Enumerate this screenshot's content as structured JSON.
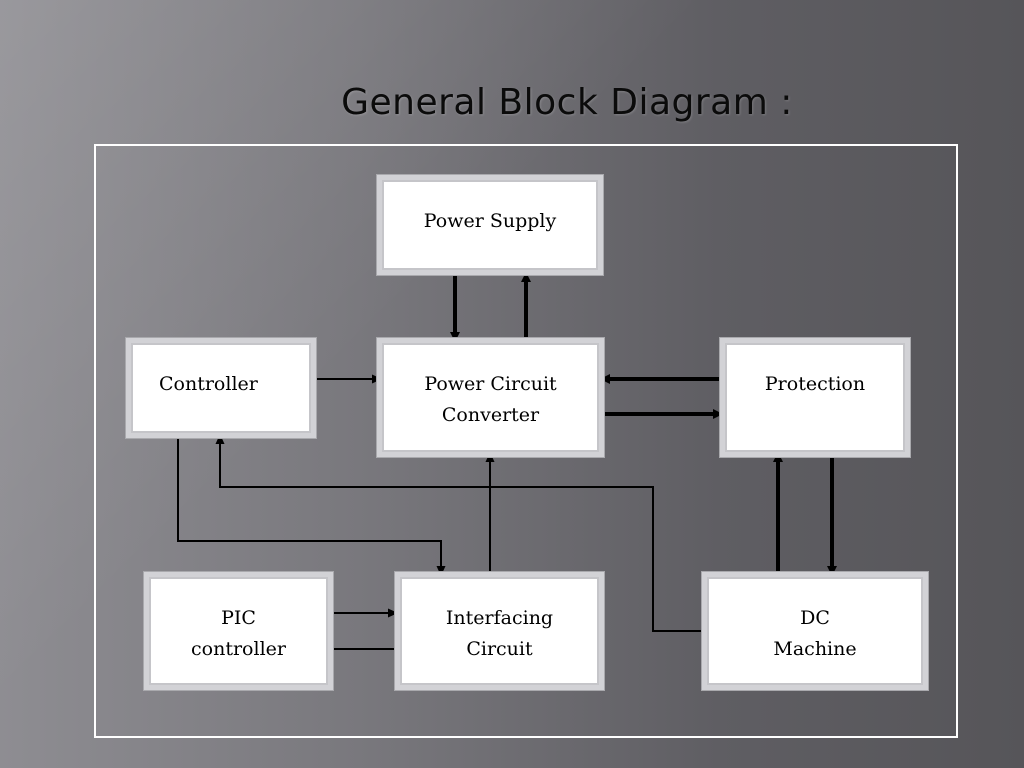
{
  "slide": {
    "title": "General Block Diagram :"
  },
  "diagram": {
    "blocks": {
      "power_supply": "Power Supply",
      "controller": "Controller",
      "power_circuit": "Power Circuit\nConverter",
      "protection": "Protection",
      "pic_controller": "PIC\ncontroller",
      "interfacing_circuit": "Interfacing\nCircuit",
      "dc_machine": "DC\nMachine"
    },
    "connections": [
      {
        "from": "Power Supply",
        "to": "Power Circuit Converter"
      },
      {
        "from": "Power Circuit Converter",
        "to": "Power Supply"
      },
      {
        "from": "Controller",
        "to": "Power Circuit Converter"
      },
      {
        "from": "Protection",
        "to": "Power Circuit Converter"
      },
      {
        "from": "Power Circuit Converter",
        "to": "Protection"
      },
      {
        "from": "Controller",
        "to": "Interfacing Circuit"
      },
      {
        "from": "DC Machine",
        "to": "Controller"
      },
      {
        "from": "Interfacing Circuit",
        "to": "Power Circuit Converter"
      },
      {
        "from": "DC Machine",
        "to": "Protection"
      },
      {
        "from": "Protection",
        "to": "DC Machine"
      },
      {
        "from": "PIC controller",
        "to": "Interfacing Circuit"
      },
      {
        "from": "Interfacing Circuit",
        "to": "PIC controller"
      }
    ]
  }
}
